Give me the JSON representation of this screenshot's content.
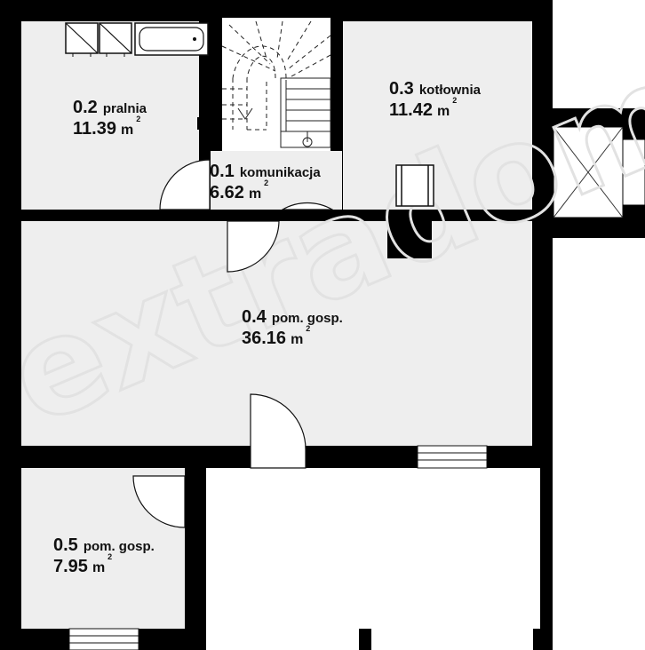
{
  "plan": {
    "watermark": "extradom",
    "colors": {
      "wall": "#000000",
      "floor": "#eeeeee",
      "outside": "#ffffff",
      "line": "#222222"
    },
    "rooms": [
      {
        "id": "r01",
        "number": "0.1",
        "name": "komunikacja",
        "area": "6.62",
        "unit": "m",
        "sup": "2"
      },
      {
        "id": "r02",
        "number": "0.2",
        "name": "pralnia",
        "area": "11.39",
        "unit": "m",
        "sup": "2"
      },
      {
        "id": "r03",
        "number": "0.3",
        "name": "kotłownia",
        "area": "11.42",
        "unit": "m",
        "sup": "2"
      },
      {
        "id": "r04",
        "number": "0.4",
        "name": "pom. gosp.",
        "area": "36.16",
        "unit": "m",
        "sup": "2"
      },
      {
        "id": "r05",
        "number": "0.5",
        "name": "pom. gosp.",
        "area": "7.95",
        "unit": "m",
        "sup": "2"
      }
    ]
  }
}
